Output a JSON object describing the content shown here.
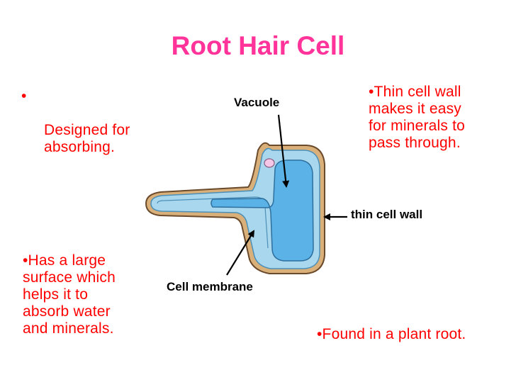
{
  "title": "Root Hair Cell",
  "notes": {
    "designed_bullet": "•",
    "designed": "Designed for\nabsorbing.",
    "surface": "•Has a large\nsurface which\nhelps it to\nabsorb water\nand minerals.",
    "thin_wall": "•Thin cell wall\nmakes it easy\nfor minerals to\npass through.",
    "found": "•Found in a plant root."
  },
  "labels": {
    "vacuole": "Vacuole",
    "thin_cell_wall": "thin cell wall",
    "cell_membrane": "Cell membrane"
  },
  "colors": {
    "title": "#ff3399",
    "notes": "#ff0000",
    "cell_wall": "#d9b07a",
    "cytoplasm": "#a9d8ee",
    "vacuole": "#5ab2e6",
    "nucleus": "#f5c6e6"
  }
}
